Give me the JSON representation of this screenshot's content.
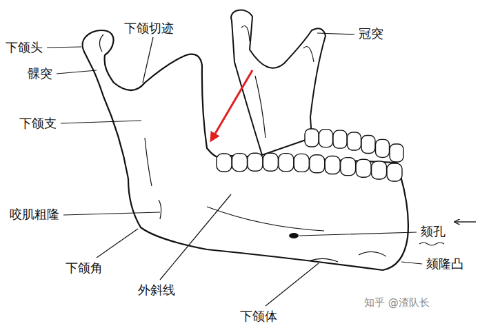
{
  "diagram": {
    "labels": [
      "下颌头",
      "下颌切迹",
      "冠突",
      "髁突",
      "下颌支",
      "咬肌粗隆",
      "下颌角",
      "外斜线",
      "下颌体",
      "颏孔",
      "颏隆凸",
      "知乎 @渣队长"
    ]
  }
}
